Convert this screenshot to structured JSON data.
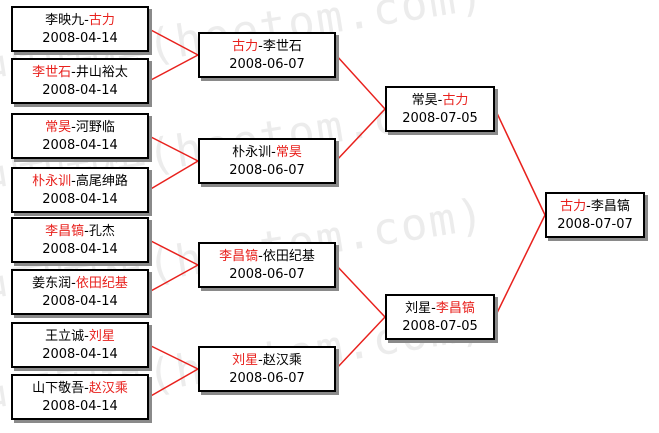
{
  "bracket": {
    "watermark_text": "中国围棋(hoetom.com)",
    "round1": [
      {
        "p1": "李映九",
        "p2": "古力",
        "winner": 2,
        "date": "2008-04-14"
      },
      {
        "p1": "李世石",
        "p2": "井山裕太",
        "winner": 1,
        "date": "2008-04-14"
      },
      {
        "p1": "常昊",
        "p2": "河野临",
        "winner": 1,
        "date": "2008-04-14"
      },
      {
        "p1": "朴永训",
        "p2": "高尾绅路",
        "winner": 1,
        "date": "2008-04-14"
      },
      {
        "p1": "李昌镐",
        "p2": "孔杰",
        "winner": 1,
        "date": "2008-04-14"
      },
      {
        "p1": "姜东润",
        "p2": "依田纪基",
        "winner": 2,
        "date": "2008-04-14"
      },
      {
        "p1": "王立诚",
        "p2": "刘星",
        "winner": 2,
        "date": "2008-04-14"
      },
      {
        "p1": "山下敬吾",
        "p2": "赵汉乘",
        "winner": 2,
        "date": "2008-04-14"
      }
    ],
    "round2": [
      {
        "p1": "古力",
        "p2": "李世石",
        "winner": 1,
        "date": "2008-06-07"
      },
      {
        "p1": "朴永训",
        "p2": "常昊",
        "winner": 2,
        "date": "2008-06-07"
      },
      {
        "p1": "李昌镐",
        "p2": "依田纪基",
        "winner": 1,
        "date": "2008-06-07"
      },
      {
        "p1": "刘星",
        "p2": "赵汉乘",
        "winner": 1,
        "date": "2008-06-07"
      }
    ],
    "semifinals": [
      {
        "p1": "常昊",
        "p2": "古力",
        "winner": 2,
        "date": "2008-07-05"
      },
      {
        "p1": "刘星",
        "p2": "李昌镐",
        "winner": 2,
        "date": "2008-07-05"
      }
    ],
    "final": [
      {
        "p1": "古力",
        "p2": "李昌镐",
        "winner": 1,
        "date": "2008-07-07"
      }
    ],
    "colors": {
      "winner": "#e8211d",
      "loser": "#000000",
      "connector": "#e8211d",
      "border": "#000000",
      "shadow": "#8a8a8a",
      "watermark": "#ececec"
    }
  }
}
